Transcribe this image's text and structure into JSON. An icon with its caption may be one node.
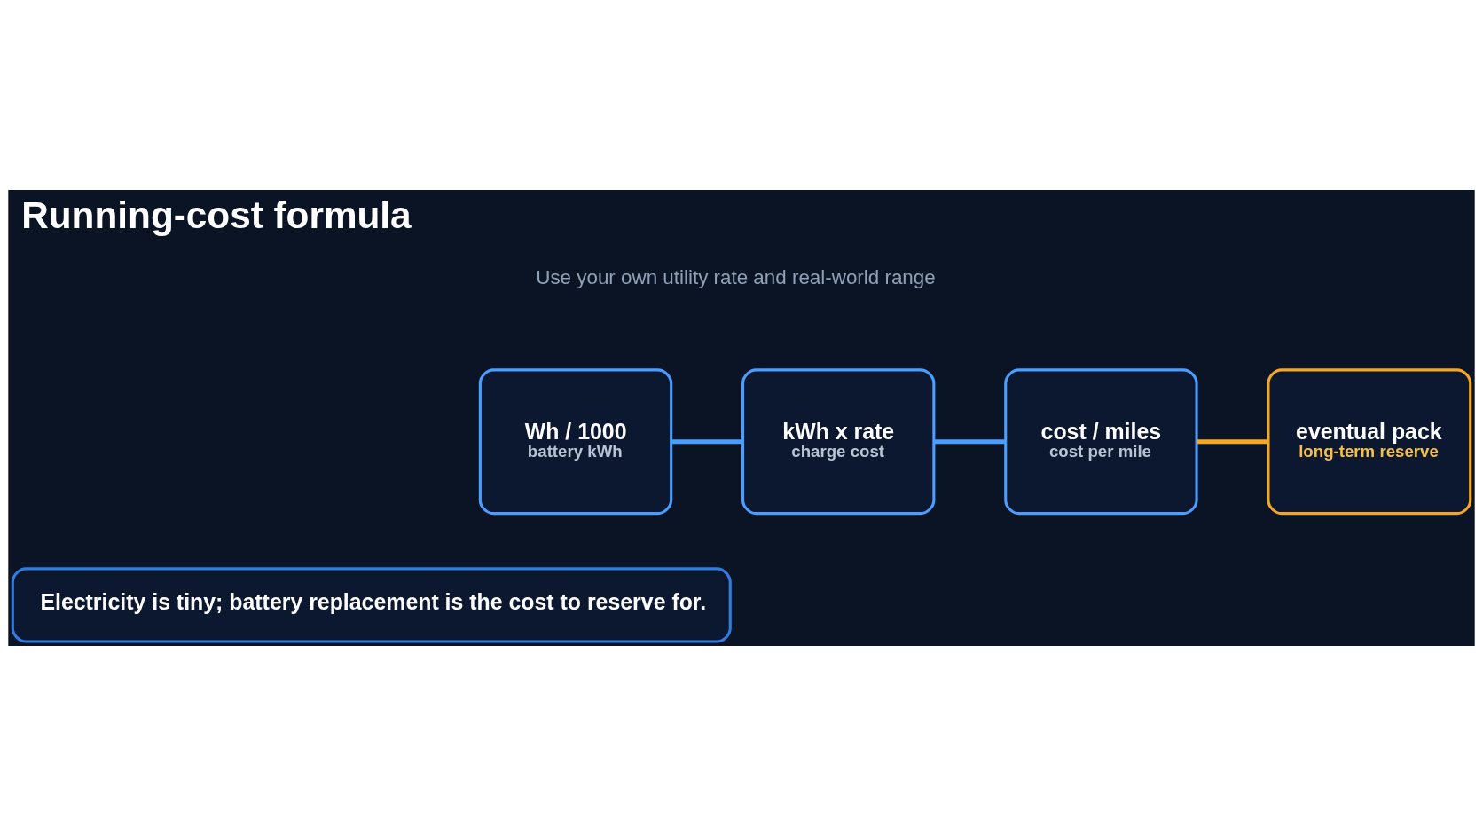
{
  "diagram": {
    "title": "Running-cost formula",
    "nodes": [
      {
        "text": [
          "Wh / 1000",
          "battery kWh"
        ]
      },
      {
        "text": [
          "kWh x rate",
          "charge cost"
        ]
      },
      {
        "text": [
          "cost / miles",
          "cost per mile"
        ]
      },
      {
        "text": [
          "eventual pack",
          "long-term reserve"
        ]
      },
      {
        "text": [
          "Electricity is tiny; battery replacement is the cost to reserve for."
        ]
      }
    ],
    "edges": [
      {
        "from": 0,
        "to": 1,
        "arrow": "none"
      },
      {
        "from": 1,
        "to": 2,
        "arrow": "none"
      },
      {
        "from": 2,
        "to": 3,
        "arrow": "none",
        "color": "#f5a623"
      }
    ],
    "labels": [
      "Use your own utility rate and real-world range"
    ]
  }
}
